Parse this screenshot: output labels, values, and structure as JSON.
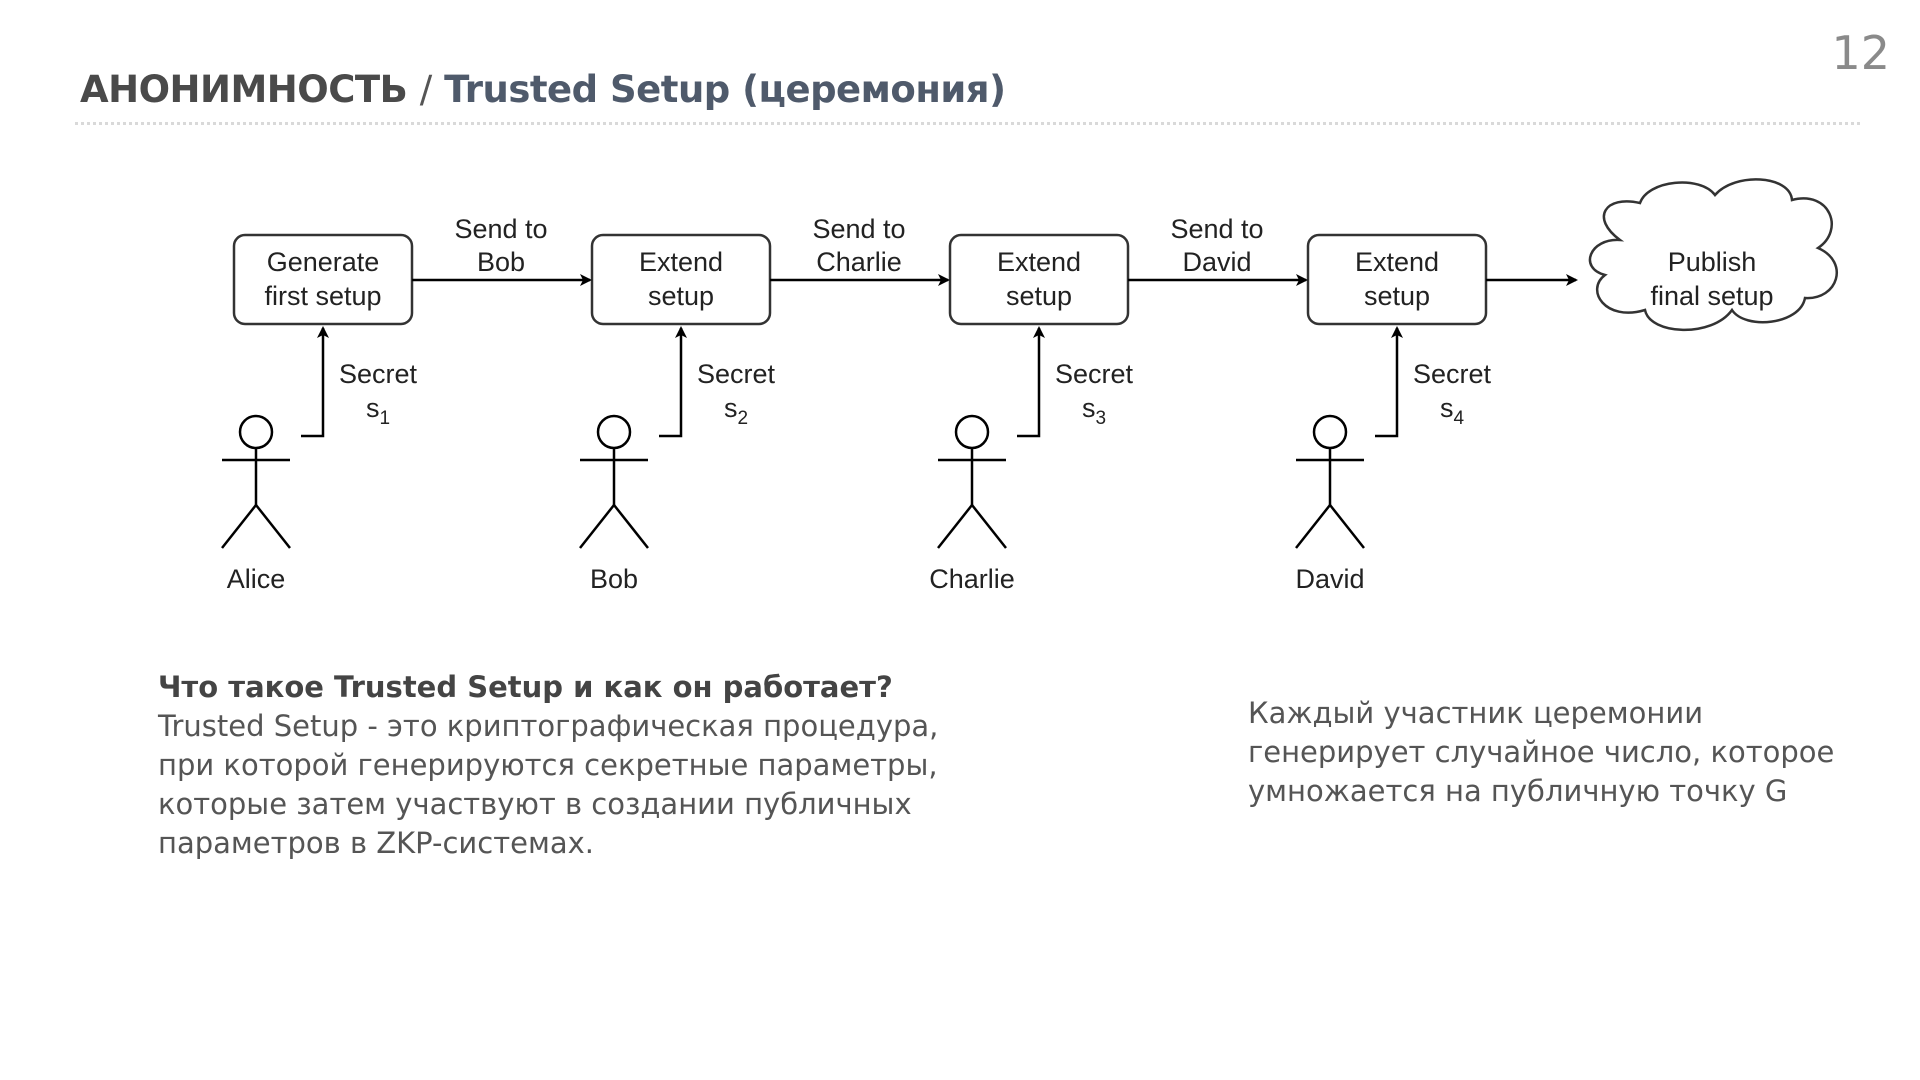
{
  "slide": {
    "page_number": "12",
    "title_main": "АНОНИМНОСТЬ",
    "title_separator": "/",
    "title_sub": "Trusted Setup (церемония)"
  },
  "diagram": {
    "steps": [
      {
        "line1": "Generate",
        "line2": "first setup"
      },
      {
        "line1": "Extend",
        "line2": "setup"
      },
      {
        "line1": "Extend",
        "line2": "setup"
      },
      {
        "line1": "Extend",
        "line2": "setup"
      }
    ],
    "publish": {
      "line1": "Publish",
      "line2": "final setup"
    },
    "sends": [
      {
        "line1": "Send to",
        "line2": "Bob"
      },
      {
        "line1": "Send to",
        "line2": "Charlie"
      },
      {
        "line1": "Send to",
        "line2": "David"
      }
    ],
    "secrets": [
      {
        "label": "Secret",
        "var": "s",
        "sub": "1"
      },
      {
        "label": "Secret",
        "var": "s",
        "sub": "2"
      },
      {
        "label": "Secret",
        "var": "s",
        "sub": "3"
      },
      {
        "label": "Secret",
        "var": "s",
        "sub": "4"
      }
    ],
    "participants": [
      "Alice",
      "Bob",
      "Charlie",
      "David"
    ]
  },
  "text": {
    "left_heading": "Что такое Trusted Setup и как он работает?",
    "left_body": "Trusted Setup - это криптографическая процедура, при которой генерируются секретные параметры, которые затем участвуют в создании публичных параметров в ZKP-системах.",
    "right_body": "Каждый участник церемонии генерирует случайное число, которое умножается на публичную точку G"
  }
}
